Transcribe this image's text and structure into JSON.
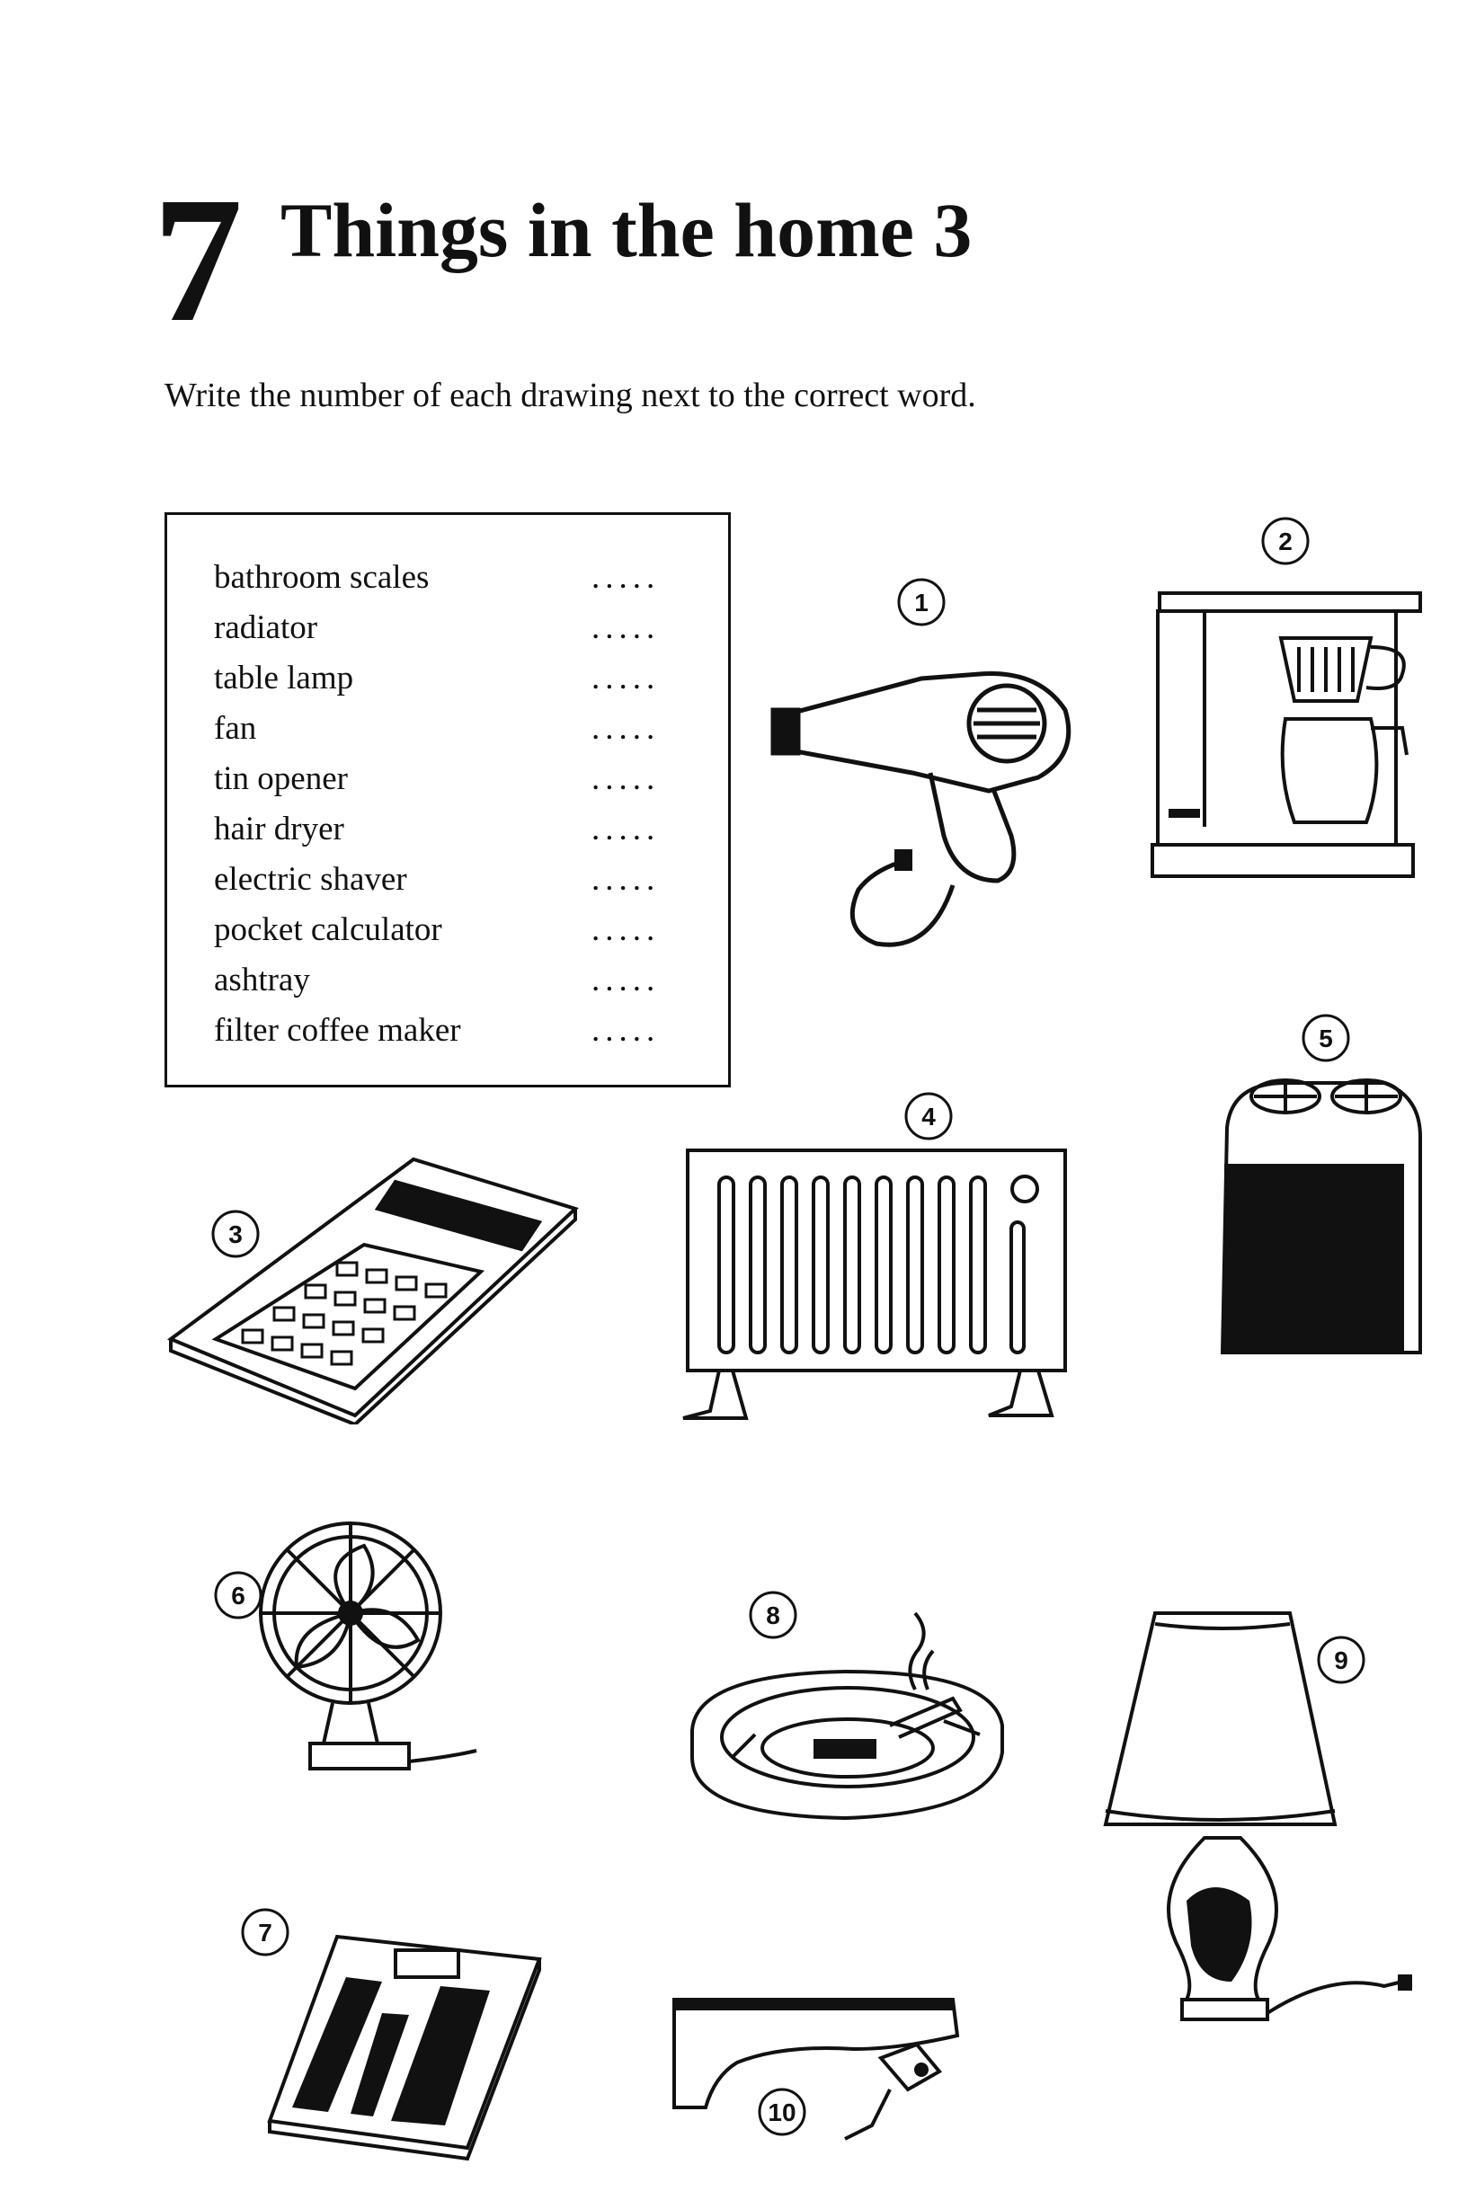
{
  "header": {
    "number": "7",
    "title": "Things in the home 3"
  },
  "instruction": "Write the number of each drawing next to the correct word.",
  "words": [
    {
      "label": "bathroom scales",
      "answer": "....."
    },
    {
      "label": "radiator",
      "answer": "....."
    },
    {
      "label": "table lamp",
      "answer": "....."
    },
    {
      "label": "fan",
      "answer": "....."
    },
    {
      "label": "tin opener",
      "answer": "....."
    },
    {
      "label": "hair dryer",
      "answer": "....."
    },
    {
      "label": "electric shaver",
      "answer": "....."
    },
    {
      "label": "pocket calculator",
      "answer": "....."
    },
    {
      "label": "ashtray",
      "answer": "....."
    },
    {
      "label": "filter coffee maker",
      "answer": "....."
    }
  ],
  "pictures": [
    {
      "number": "1",
      "icon": "hair-dryer-icon"
    },
    {
      "number": "2",
      "icon": "filter-coffee-maker-icon"
    },
    {
      "number": "3",
      "icon": "pocket-calculator-icon"
    },
    {
      "number": "4",
      "icon": "radiator-icon"
    },
    {
      "number": "5",
      "icon": "electric-shaver-icon"
    },
    {
      "number": "6",
      "icon": "fan-icon"
    },
    {
      "number": "7",
      "icon": "bathroom-scales-icon"
    },
    {
      "number": "8",
      "icon": "ashtray-icon"
    },
    {
      "number": "9",
      "icon": "table-lamp-icon"
    },
    {
      "number": "10",
      "icon": "tin-opener-icon"
    }
  ]
}
